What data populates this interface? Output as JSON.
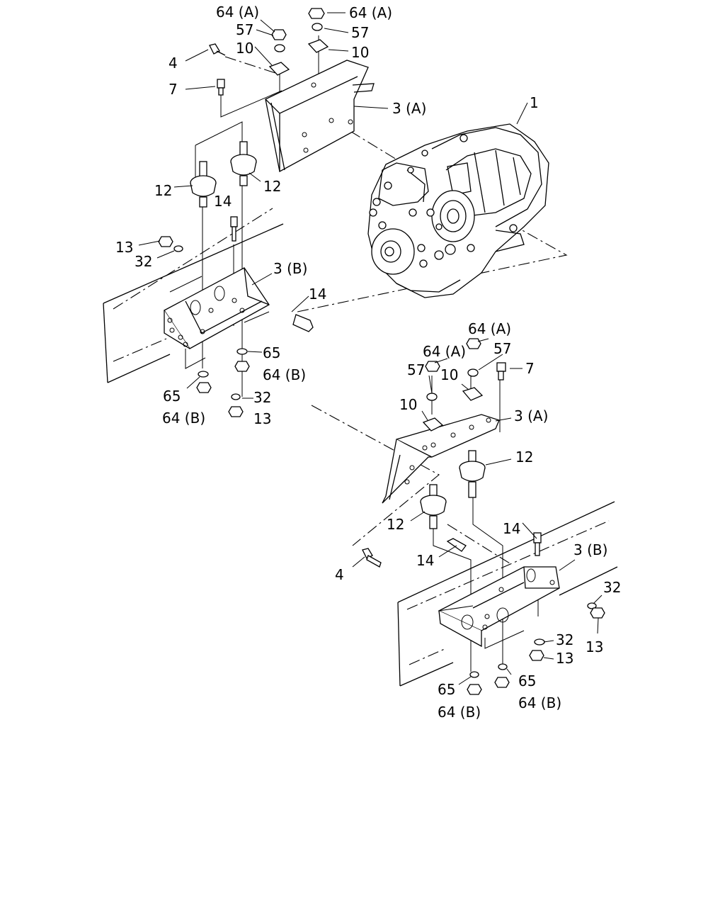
{
  "labels": {
    "top_64a_1": "64 (A)",
    "top_64a_2": "64 (A)",
    "top_57_1": "57",
    "top_57_2": "57",
    "top_10_1": "10",
    "top_10_2": "10",
    "top_4": "4",
    "top_7": "7",
    "top_3a": "3 (A)",
    "transmission_1": "1",
    "top_12_1": "12",
    "top_12_2": "12",
    "top_14_1": "14",
    "top_13": "13",
    "top_32": "32",
    "top_3b": "3 (B)",
    "top_14_2": "14",
    "top_65_1": "65",
    "top_64b_1": "64 (B)",
    "top_65_2": "65",
    "top_32_2": "32",
    "top_64b_2": "64 (B)",
    "top_13_2": "13",
    "bot_64a_1": "64 (A)",
    "bot_64a_2": "64 (A)",
    "bot_57_1": "57",
    "bot_7": "7",
    "bot_57_2": "57",
    "bot_10_1": "10",
    "bot_10_2": "10",
    "bot_3a": "3 (A)",
    "bot_12_1": "12",
    "bot_12_2": "12",
    "bot_14_1": "14",
    "bot_3b": "3 (B)",
    "bot_32_1": "32",
    "bot_4": "4",
    "bot_14_2": "14",
    "bot_13_1": "13",
    "bot_32_2": "32",
    "bot_13_2": "13",
    "bot_65_1": "65",
    "bot_65_2": "65",
    "bot_64b_1": "64 (B)",
    "bot_64b_2": "64 (B)"
  }
}
